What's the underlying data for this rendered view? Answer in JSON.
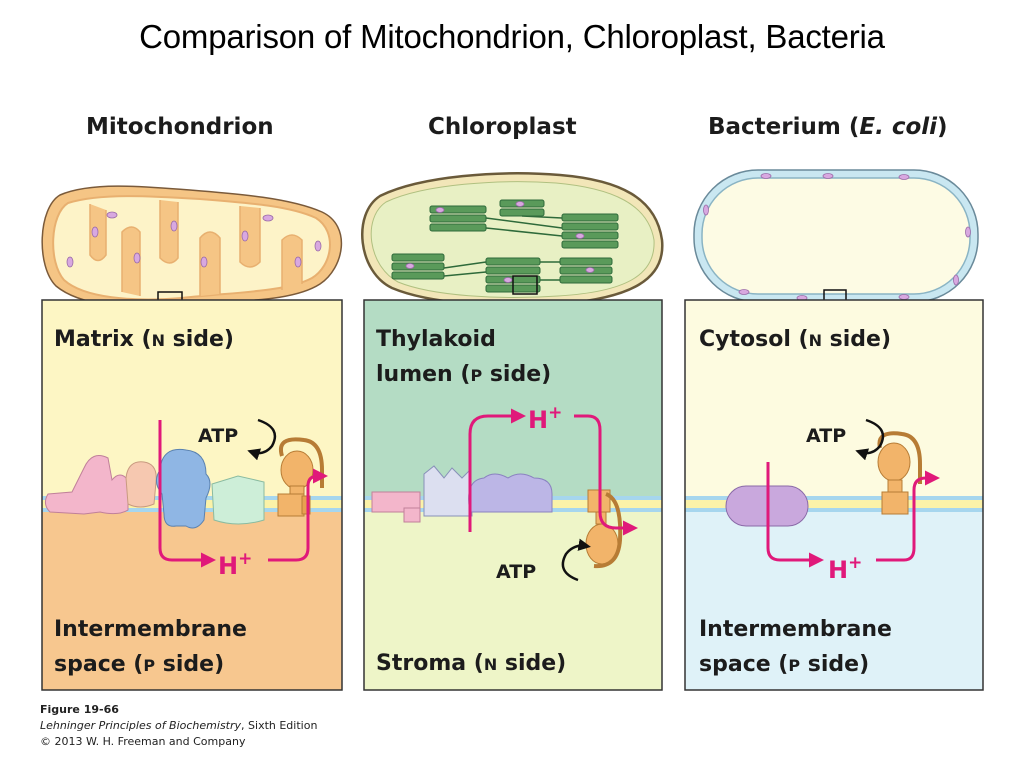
{
  "title": "Comparison of Mitochondrion, Chloroplast, Bacteria",
  "columns": {
    "mitochondrion": {
      "heading": "Mitochondrion",
      "top_label": {
        "text": "Matrix (",
        "small": "N",
        "rest": " side)"
      },
      "bottom_line1": "Intermembrane",
      "bottom_line2": {
        "text": "space (",
        "small": "P",
        "rest": " side)"
      }
    },
    "chloroplast": {
      "heading": "Chloroplast",
      "top_line1": "Thylakoid",
      "top_line2": {
        "text": "lumen (",
        "small": "P",
        "rest": " side)"
      },
      "bottom_label": {
        "text": "Stroma (",
        "small": "N",
        "rest": " side)"
      }
    },
    "bacterium": {
      "heading_prefix": "Bacterium (",
      "heading_italic": "E. coli",
      "heading_suffix": ")",
      "top_label": {
        "text": "Cytosol (",
        "small": "N",
        "rest": " side)"
      },
      "bottom_line1": "Intermembrane",
      "bottom_line2": {
        "text": "space (",
        "small": "P",
        "rest": " side)"
      }
    }
  },
  "labels": {
    "atp": "ATP",
    "proton": "H",
    "proton_charge": "+"
  },
  "credit": {
    "figure": "Figure 19-66",
    "book": "Lehninger Principles of Biochemistry",
    "edition": ", Sixth Edition",
    "copyright": "© 2013 W. H. Freeman and Company"
  },
  "colors": {
    "mito_top": "#fdf6c4",
    "mito_bottom": "#f7c78f",
    "chloro_top": "#b4dcc4",
    "chloro_bottom": "#eef5c8",
    "bact_top": "#fdfbe0",
    "bact_bottom": "#dff2f8",
    "membrane_yellow": "#fbf2a8",
    "membrane_blue": "#a6d6ee",
    "proton_arrow": "#e0197a",
    "atp_synthase": "#f2b46a"
  }
}
